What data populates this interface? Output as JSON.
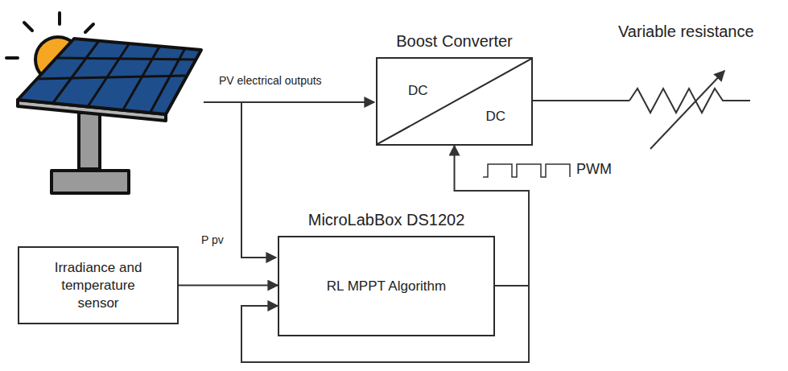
{
  "diagram": {
    "nodes": [
      {
        "text": [
          "Boost Converter",
          "DC",
          "DC"
        ]
      },
      {
        "text": [
          "Irradiance and temperature sensor"
        ]
      },
      {
        "text": [
          "MicroLabBox DS1202",
          "RL MPPT Algorithm"
        ]
      }
    ],
    "edges": [
      {
        "from": 1,
        "to": 2,
        "arrow": "to"
      },
      {
        "from": 2,
        "to": 0,
        "arrow": "to"
      },
      {
        "from": 2,
        "to": 2,
        "arrow": "to"
      }
    ],
    "labels": [
      "PV electrical outputs",
      "P pv",
      "PWM",
      "Variable resistance"
    ]
  }
}
